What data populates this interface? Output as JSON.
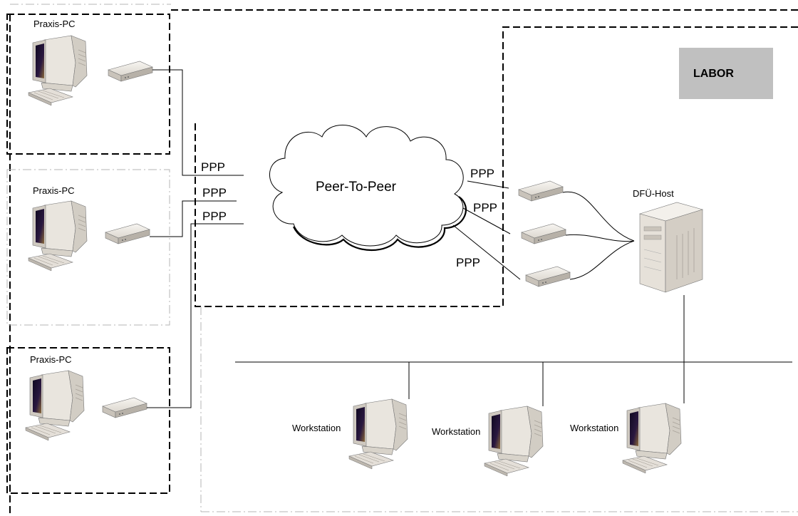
{
  "labels": {
    "praxis_pc_1": "Praxis-PC",
    "praxis_pc_2": "Praxis-PC",
    "praxis_pc_3": "Praxis-PC",
    "cloud": "Peer-To-Peer",
    "ppp_left_1": "PPP",
    "ppp_left_2": "PPP",
    "ppp_left_3": "PPP",
    "ppp_right_1": "PPP",
    "ppp_right_2": "PPP",
    "ppp_right_3": "PPP",
    "labor": "LABOR",
    "host": "DFÜ-Host",
    "workstation_1": "Workstation",
    "workstation_2": "Workstation",
    "workstation_3": "Workstation"
  },
  "colors": {
    "labor_box": "#c0c0c0",
    "monitor_body": "#e9e5de",
    "screen": "#1a0f2e",
    "device": "#ece8e2"
  },
  "icons": {
    "pc": "desktop-computer-icon",
    "modem": "modem-icon",
    "server": "server-tower-icon",
    "cloud": "cloud-icon"
  }
}
